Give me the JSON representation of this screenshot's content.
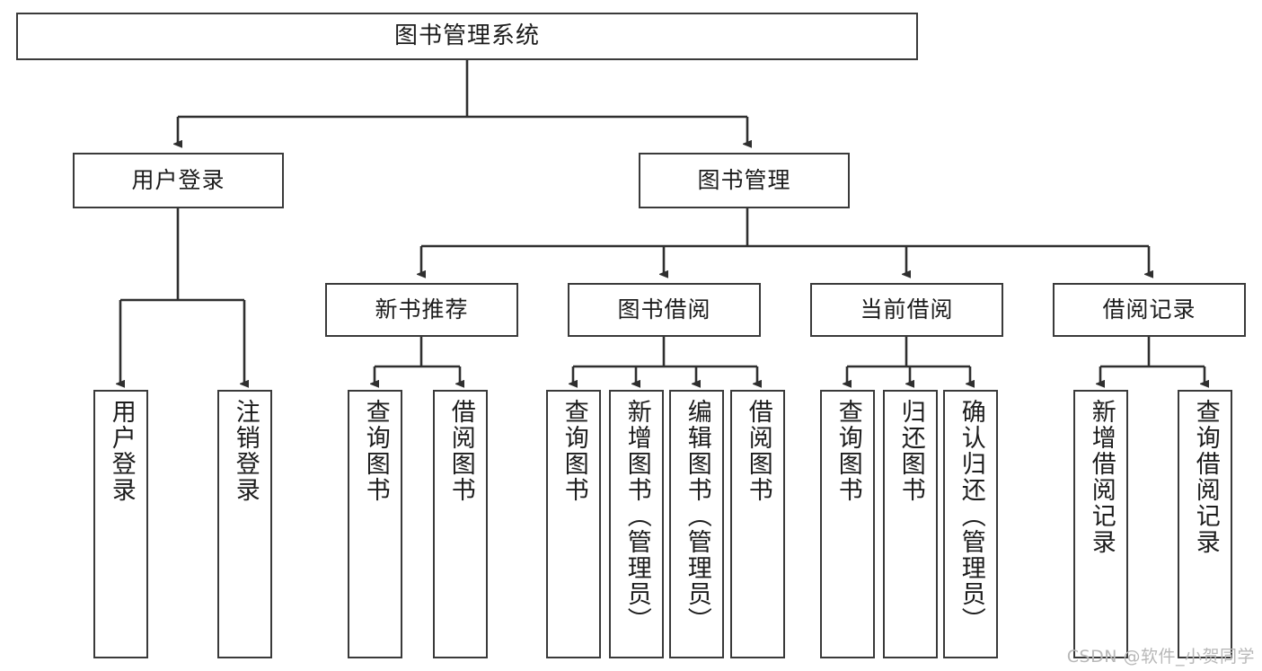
{
  "diagram": {
    "title": "图书管理系统",
    "type": "hierarchy-tree",
    "watermark": "CSDN @软件_小贺同学",
    "colors": {
      "box_border": "#3a3a3a",
      "box_fill": "#ffffff",
      "edge": "#2f2f2f",
      "text": "#1c1c1c",
      "watermark": "#b8b8b8"
    },
    "nodes": {
      "root": {
        "label": "图书管理系统"
      },
      "level2": [
        {
          "label": "用户登录"
        },
        {
          "label": "图书管理"
        }
      ],
      "level3": [
        {
          "label": "新书推荐"
        },
        {
          "label": "图书借阅"
        },
        {
          "label": "当前借阅"
        },
        {
          "label": "借阅记录"
        }
      ],
      "leaves": {
        "user_login": [
          {
            "label": "用户登录"
          },
          {
            "label": "注销登录"
          }
        ],
        "new_book_recommend": [
          {
            "label": "查询图书"
          },
          {
            "label": "借阅图书"
          }
        ],
        "book_borrow": [
          {
            "label": "查询图书"
          },
          {
            "label": "新增图书（管理员）"
          },
          {
            "label": "编辑图书（管理员）"
          },
          {
            "label": "借阅图书"
          }
        ],
        "current_borrow": [
          {
            "label": "查询图书"
          },
          {
            "label": "归还图书"
          },
          {
            "label": "确认归还（管理员）"
          }
        ],
        "borrow_record": [
          {
            "label": "新增借阅记录"
          },
          {
            "label": "查询借阅记录"
          }
        ]
      }
    }
  }
}
